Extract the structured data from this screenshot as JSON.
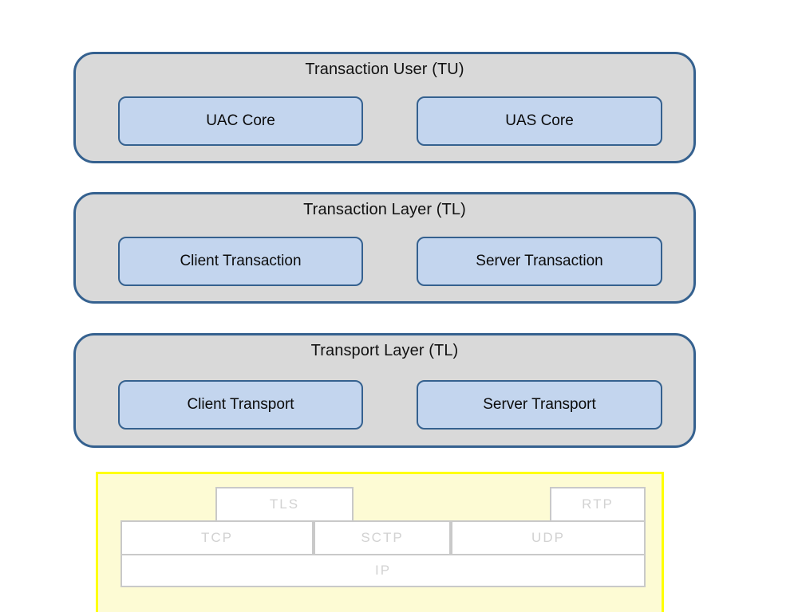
{
  "diagram": {
    "title_note": "SIP protocol stack layered architecture",
    "layers": [
      {
        "id": "transaction-user",
        "title": "Transaction User (TU)",
        "nodes": [
          {
            "id": "uac-core",
            "label": "UAC Core"
          },
          {
            "id": "uas-core",
            "label": "UAS Core"
          }
        ]
      },
      {
        "id": "transaction-layer",
        "title": "Transaction Layer (TL)",
        "nodes": [
          {
            "id": "client-transaction",
            "label": "Client Transaction"
          },
          {
            "id": "server-transaction",
            "label": "Server Transaction"
          }
        ]
      },
      {
        "id": "transport-layer",
        "title": "Transport Layer (TL)",
        "nodes": [
          {
            "id": "client-transport",
            "label": "Client Transport"
          },
          {
            "id": "server-transport",
            "label": "Server Transport"
          }
        ]
      }
    ],
    "faded_block": {
      "id": "network-protocol-stack",
      "boxes": [
        {
          "id": "tls",
          "label": "TLS"
        },
        {
          "id": "rtp",
          "label": "RTP"
        },
        {
          "id": "tcp",
          "label": "TCP"
        },
        {
          "id": "sctp",
          "label": "SCTP"
        },
        {
          "id": "udp",
          "label": "UDP"
        },
        {
          "id": "ip",
          "label": "IP"
        }
      ]
    },
    "colors": {
      "layer_fill": "#d9d9d9",
      "layer_border": "#35618f",
      "node_fill": "#c3d5ee",
      "node_border": "#35618f",
      "faded_fill": "#fdfbd4",
      "faded_border": "#ffff00",
      "faded_box_fill": "#ffffff",
      "faded_box_border": "#c9c9c9",
      "faded_text": "#d2d2d2",
      "background": "#ffffff"
    }
  }
}
